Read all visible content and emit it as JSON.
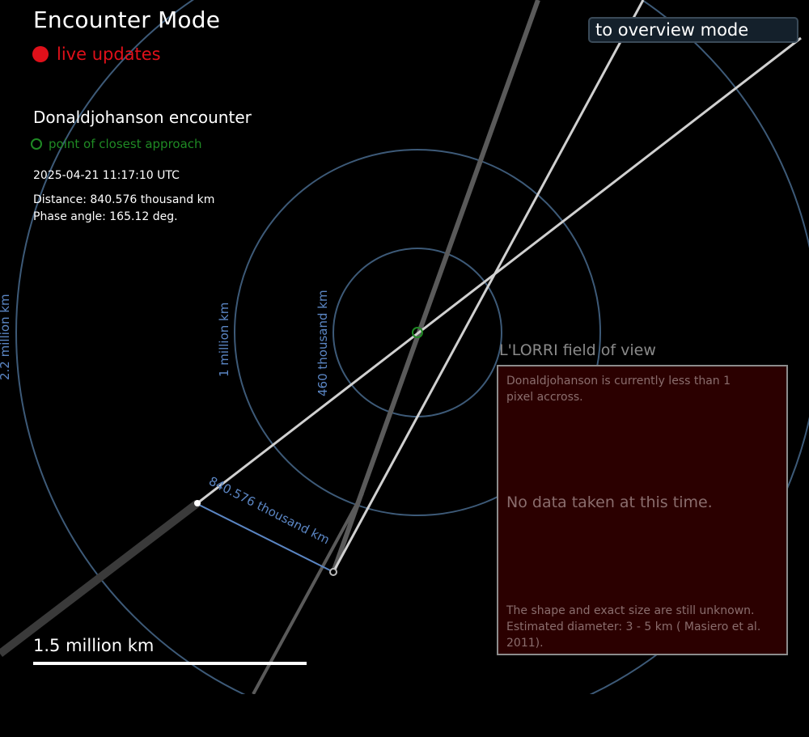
{
  "header": {
    "title": "Encounter Mode",
    "live_label": "live updates",
    "mode_button_label": "to overview mode"
  },
  "encounter": {
    "title": "Donaldjohanson encounter",
    "closest_approach_label": "point of closest approach",
    "timestamp": "2025-04-21 11:17:10 UTC",
    "distance": "Distance: 840.576 thousand km",
    "phase_angle": "Phase angle: 165.12 deg."
  },
  "rings": {
    "inner_label": "460 thousand km",
    "middle_label": "1 million km",
    "outer_label": "2.2 million km"
  },
  "distance_marker_label": "840.576 thousand km",
  "scale": {
    "label": "1.5 million km"
  },
  "fov": {
    "title": "L'LORRI field of view",
    "top_text": "Donaldjohanson is currently less than 1 pixel accross.",
    "center_text": "No data taken at this time.",
    "bottom_text": "The shape and exact size are still unknown. Estimated diameter: 3 - 5 km ( Masiero et al. 2011)."
  },
  "colors": {
    "live": "#e0101a",
    "closest": "#1f8a24",
    "ring": "#3d5a78",
    "fov_bg": "#2b0000"
  }
}
